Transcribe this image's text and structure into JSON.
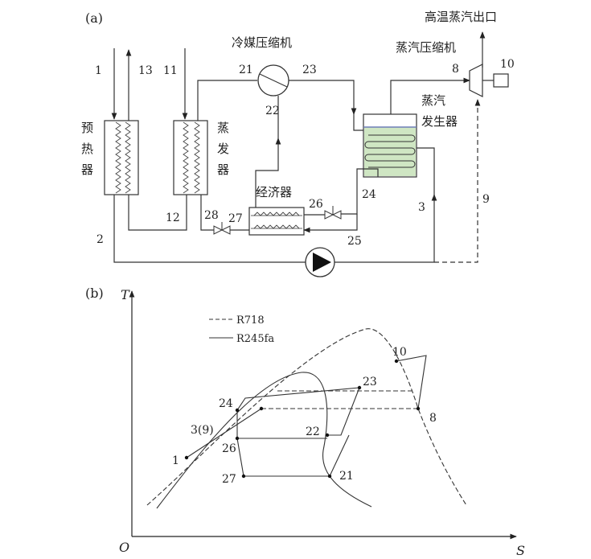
{
  "panel_a": {
    "tag": "(a)",
    "labels": {
      "steam_outlet": "高温蒸汽出口",
      "refrigerant_compressor": "冷媒压缩机",
      "steam_compressor": "蒸汽压缩机",
      "steam_generator_1": "蒸汽",
      "steam_generator_2": "发生器",
      "preheater_1": "预",
      "preheater_2": "热",
      "preheater_3": "器",
      "evaporator_1": "蒸",
      "evaporator_2": "发",
      "evaporator_3": "器",
      "economizer": "经济器"
    },
    "states": {
      "s1": "1",
      "s13": "13",
      "s11": "11",
      "s21": "21",
      "s23": "23",
      "s22": "22",
      "s8": "8",
      "s10": "10",
      "s12": "12",
      "s2": "2",
      "s28": "28",
      "s27": "27",
      "s26": "26",
      "s24": "24",
      "s3": "3",
      "s9": "9",
      "s25": "25"
    }
  },
  "panel_b": {
    "tag": "(b)",
    "axis_y": "T",
    "axis_x": "S",
    "origin": "O",
    "legend": [
      {
        "style": "dashed",
        "label": "R718"
      },
      {
        "style": "solid",
        "label": "R245fa"
      }
    ],
    "points": {
      "p10": "10",
      "p23": "23",
      "p24": "24",
      "p8": "8",
      "p3": "3(9)",
      "p22": "22",
      "p26": "26",
      "p1": "1",
      "p27": "27",
      "p21": "21"
    }
  }
}
